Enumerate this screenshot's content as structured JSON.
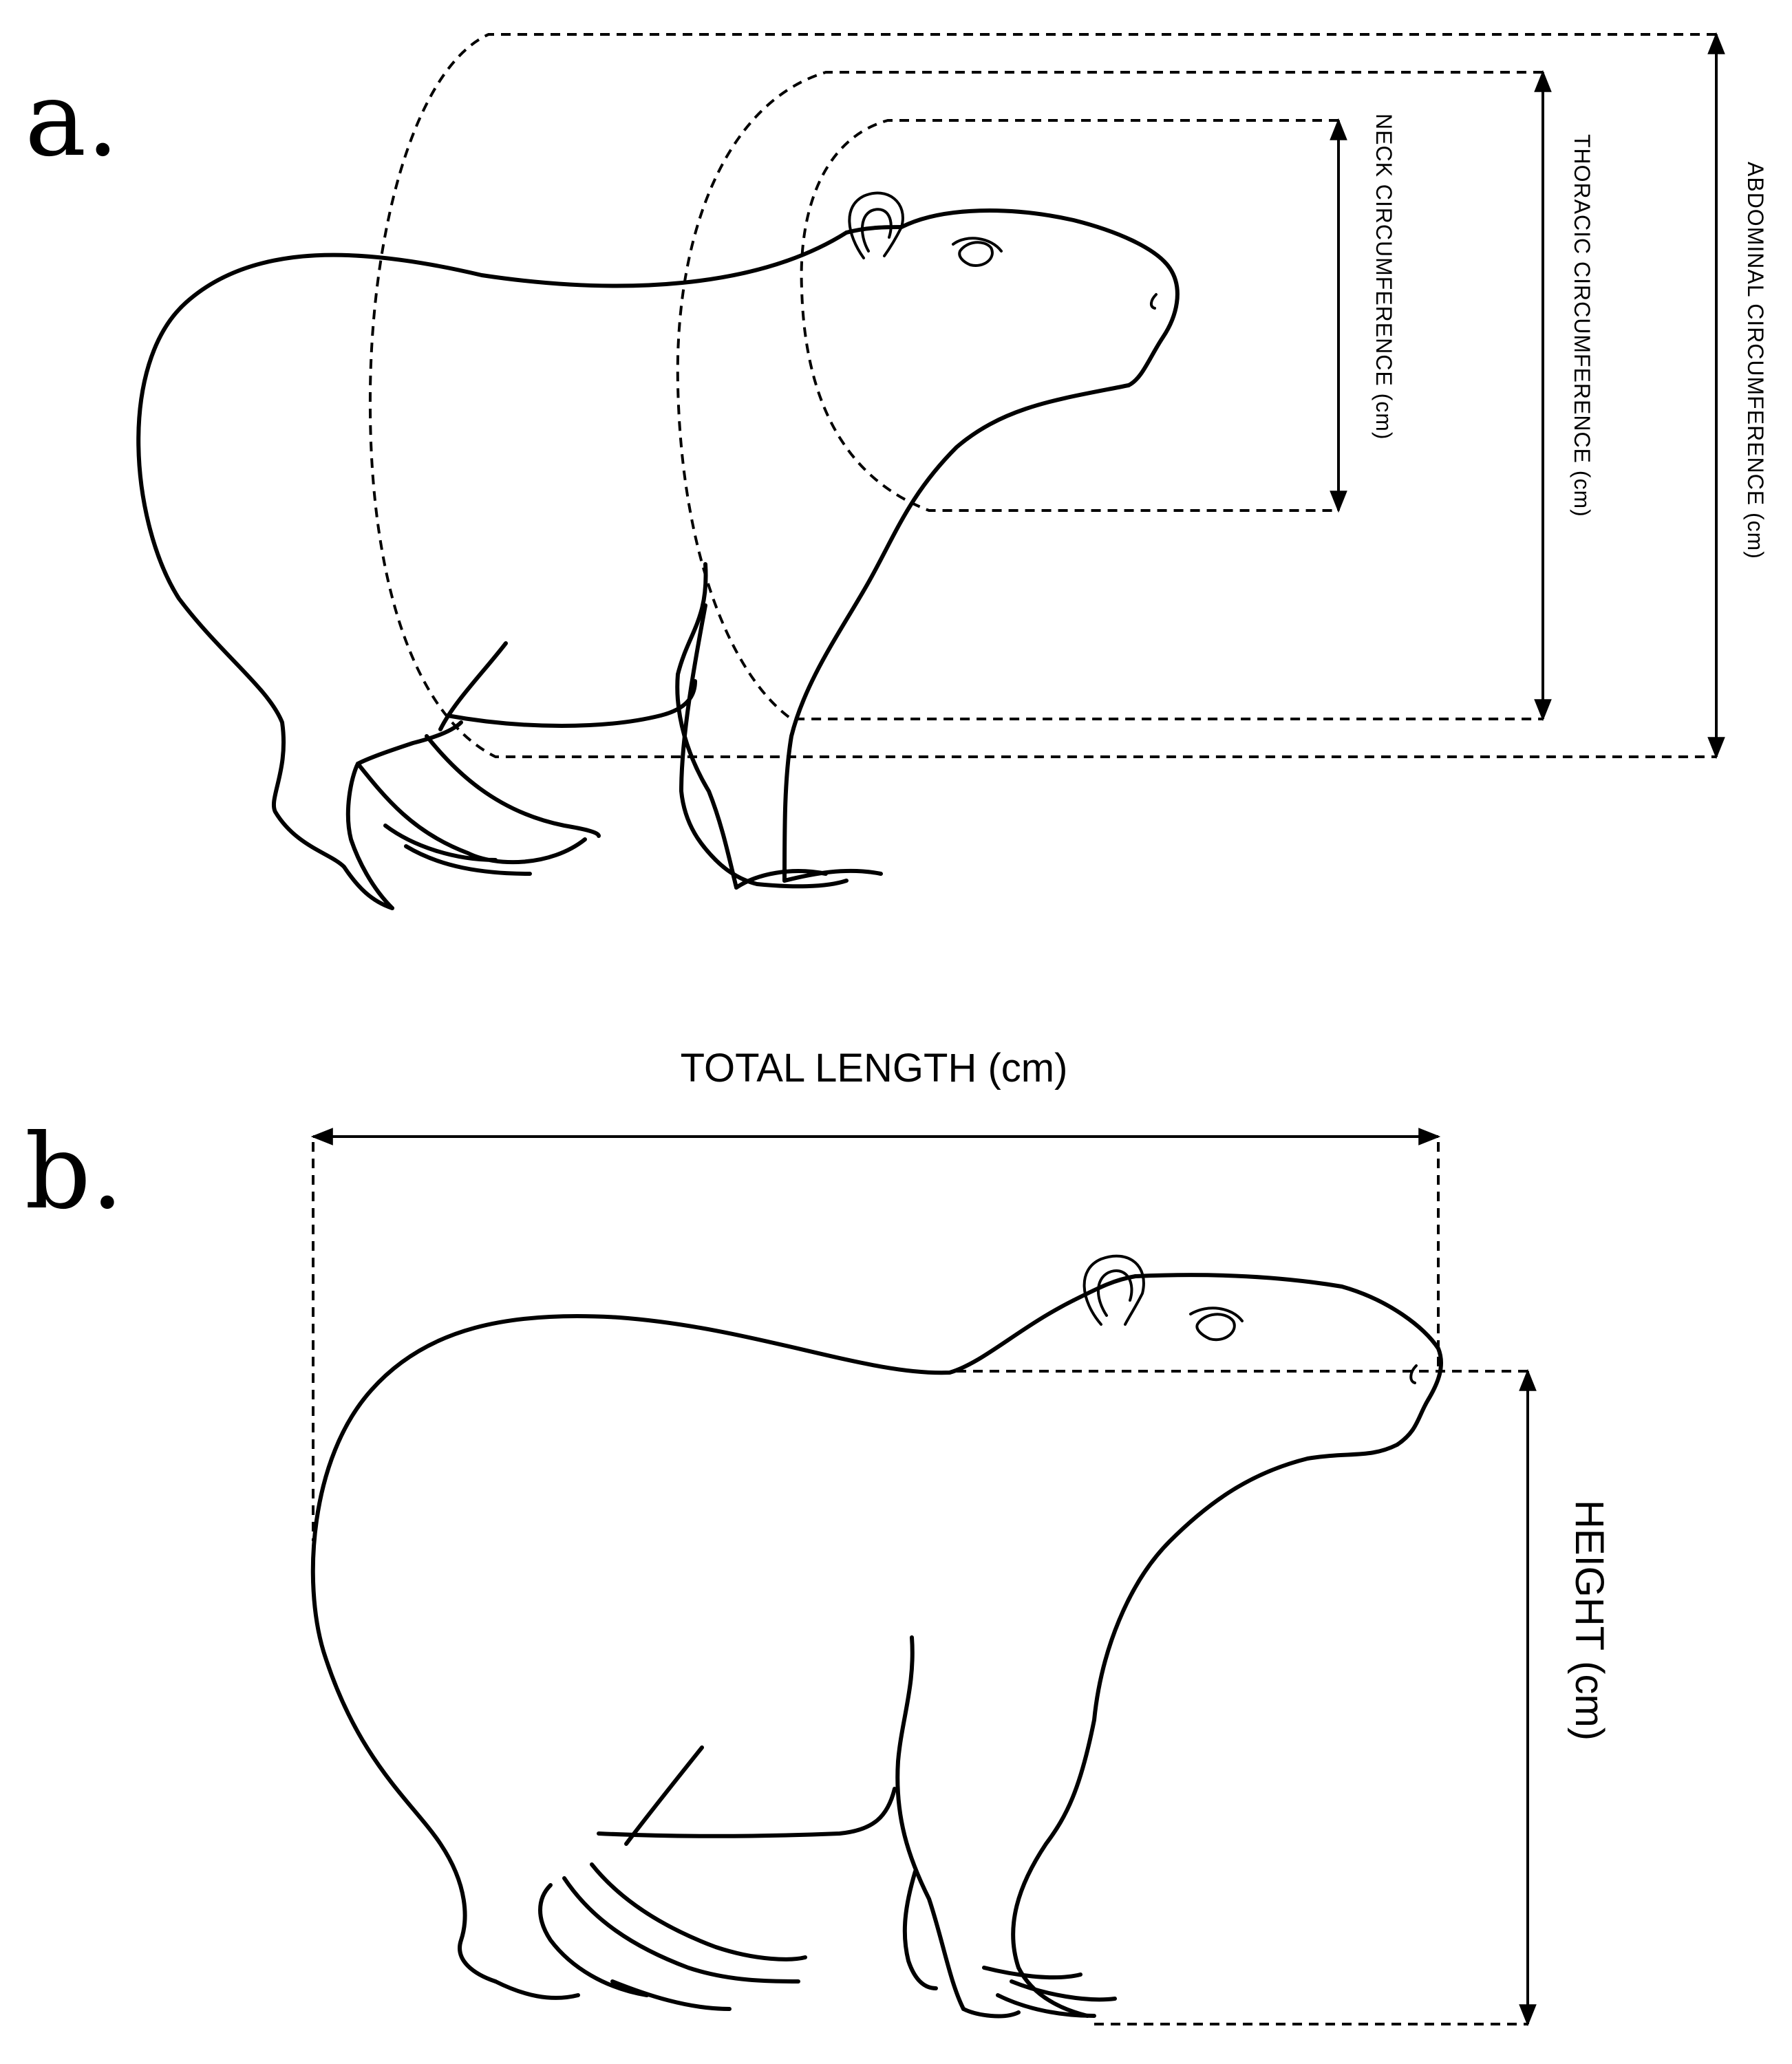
{
  "panels": {
    "a": {
      "label": "a.",
      "measurements": {
        "neck": "NECK CIRCUMFERENCE (cm)",
        "thoracic": "THORACIC CIRCUMFERENCE (cm)",
        "abdominal": "ABDOMINAL CIRCUMFERENCE (cm)"
      }
    },
    "b": {
      "label": "b.",
      "measurements": {
        "total_length": "TOTAL LENGTH (cm)",
        "height": "HEIGHT (cm)"
      }
    }
  },
  "colors": {
    "line": "#000000",
    "background": "#ffffff"
  },
  "icons": {
    "animal": "capybara-outline",
    "dimension_lines": "dashed-arrow"
  }
}
